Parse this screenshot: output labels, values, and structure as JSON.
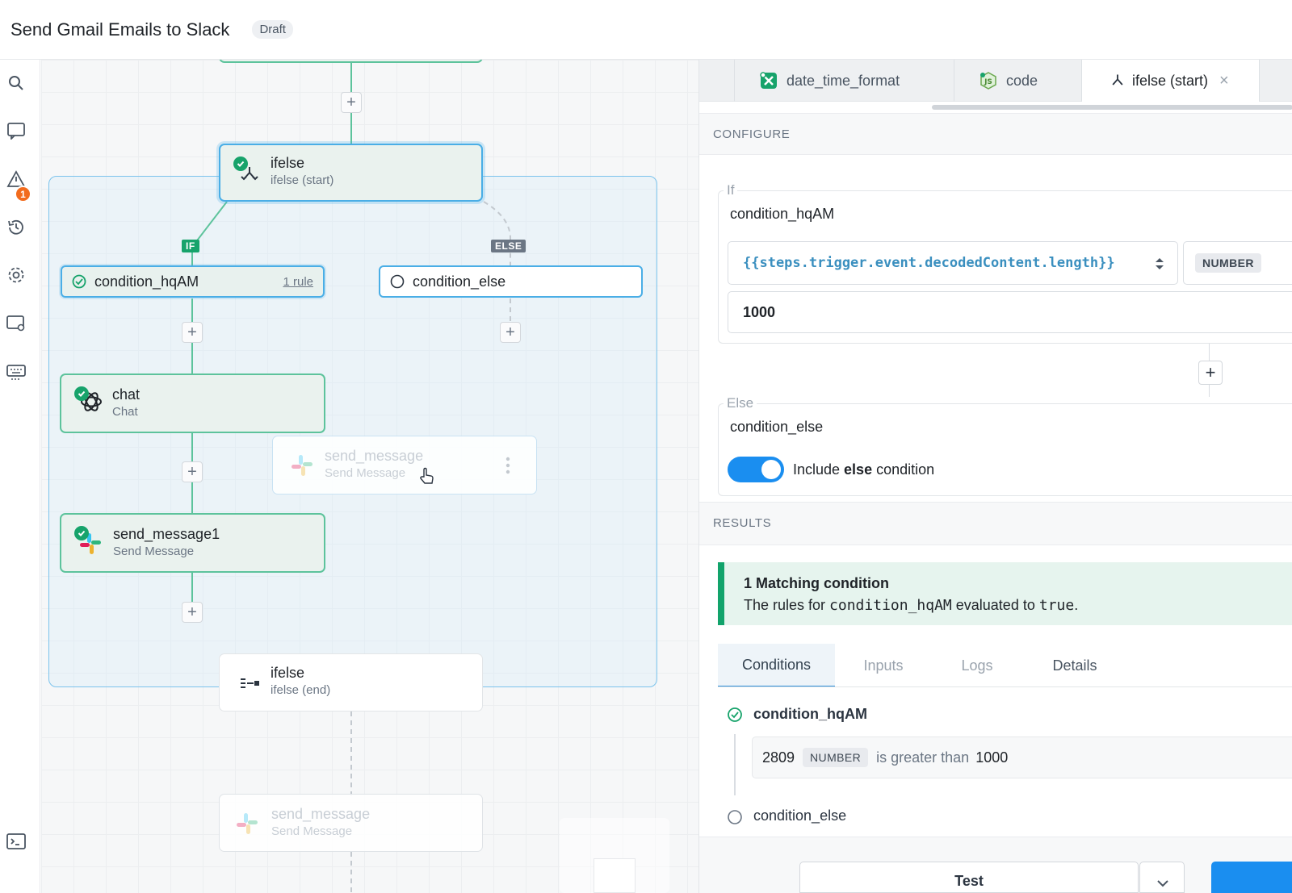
{
  "app": {
    "title": "Send Gmail Emails to Slack",
    "status_badge": "Draft"
  },
  "rail": {
    "icons": [
      "search-icon",
      "comment-icon",
      "warning-icon",
      "history-icon",
      "gear-icon",
      "screen-settings-icon",
      "keyboard-icon",
      "terminal-icon"
    ],
    "warning_count": "1"
  },
  "canvas": {
    "nodes": {
      "ifelse_start": {
        "title": "ifelse",
        "subtitle": "ifelse (start)"
      },
      "condition_if": {
        "label": "condition_hqAM",
        "rules": "1 rule"
      },
      "condition_else": {
        "label": "condition_else"
      },
      "chat": {
        "title": "chat",
        "subtitle": "Chat"
      },
      "send_message_drag": {
        "title": "send_message",
        "subtitle": "Send Message"
      },
      "send_message1": {
        "title": "send_message1",
        "subtitle": "Send Message"
      },
      "ifelse_end": {
        "title": "ifelse",
        "subtitle": "ifelse (end)"
      },
      "send_message_bottom": {
        "title": "send_message",
        "subtitle": "Send Message"
      }
    },
    "branch_if": "IF",
    "branch_else": "ELSE",
    "plus_symbol": "+"
  },
  "panel": {
    "tabs": [
      {
        "label": "date_time_format"
      },
      {
        "label": "code"
      },
      {
        "label": "ifelse (start)",
        "close": "×"
      }
    ],
    "configure_label": "CONFIGURE",
    "if_block": {
      "legend": "If",
      "name": "condition_hqAM",
      "expression": "{{steps.trigger.event.decodedContent.length}}",
      "type": "NUMBER",
      "value": "1000"
    },
    "add_symbol": "+",
    "else_block": {
      "legend": "Else",
      "name": "condition_else",
      "toggle_prefix": "Include ",
      "toggle_bold": "else",
      "toggle_suffix": " condition"
    },
    "results_label": "RESULTS",
    "match": {
      "title": "1 Matching condition",
      "text_prefix": "The rules for ",
      "text_cond": "condition_hqAM",
      "text_mid": " evaluated to ",
      "text_value": "true",
      "text_end": "."
    },
    "result_tabs": [
      "Conditions",
      "Inputs",
      "Logs",
      "Details"
    ],
    "results": {
      "cond1_name": "condition_hqAM",
      "cond1_value": "2809",
      "cond1_type": "NUMBER",
      "cond1_operator": "is greater than",
      "cond1_compare": "1000",
      "cond2_name": "condition_else"
    },
    "test_button": "Test"
  },
  "colors": {
    "accent_green": "#17a36b",
    "accent_blue": "#1a8ef0",
    "link_blue": "#3a8fbf",
    "warning_orange": "#f26b1d"
  }
}
